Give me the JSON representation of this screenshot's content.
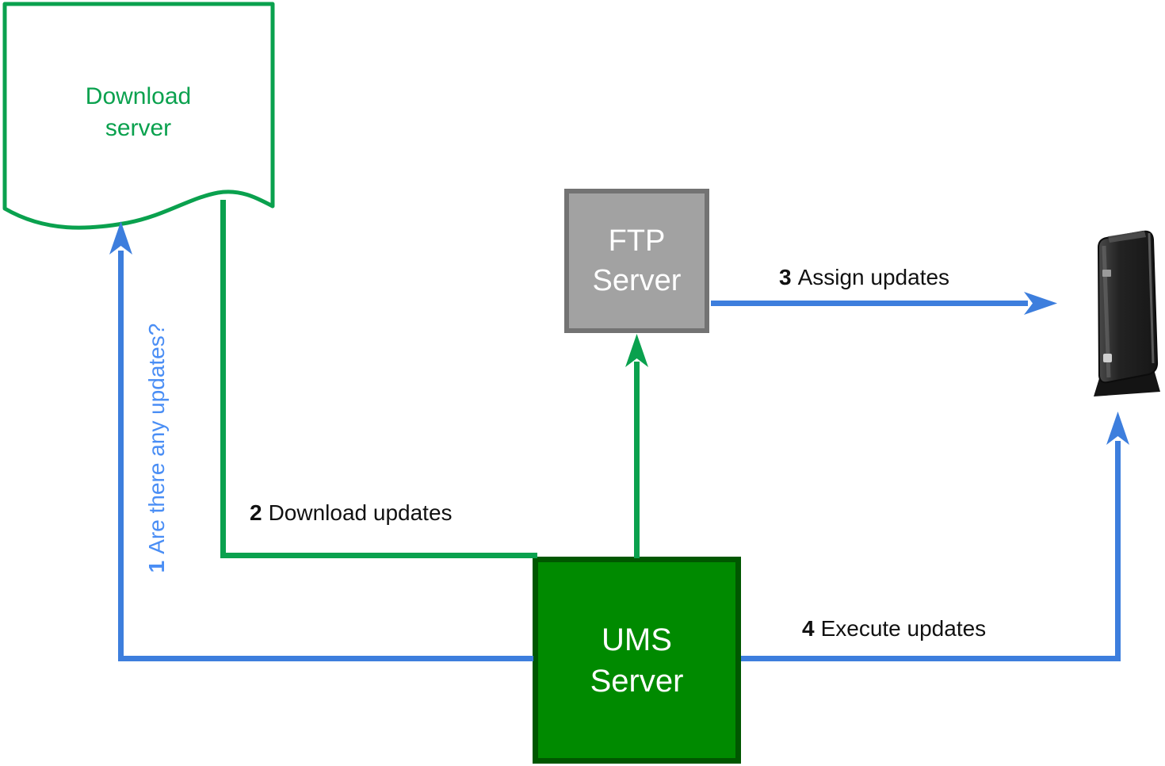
{
  "diagram": {
    "download_server": {
      "line1": "Download",
      "line2": "server"
    },
    "ftp_server": {
      "line1": "FTP",
      "line2": "Server"
    },
    "ums_server": {
      "line1": "UMS",
      "line2": "Server"
    },
    "thin_client": {
      "alt": "thin client device"
    },
    "steps": [
      {
        "num": "1",
        "text": "Are there any updates?"
      },
      {
        "num": "2",
        "text": "Download updates"
      },
      {
        "num": "3",
        "text": "Assign updates"
      },
      {
        "num": "4",
        "text": "Execute updates"
      }
    ],
    "colors": {
      "flow_green": "#0aa14e",
      "ums_fill": "#008a00",
      "ums_border": "#005700",
      "ftp_fill": "#a2a2a2",
      "ftp_border": "#737373",
      "arrow_blue": "#3d7edd",
      "label_blue": "#4a8ef5",
      "label_black": "#111111"
    }
  }
}
